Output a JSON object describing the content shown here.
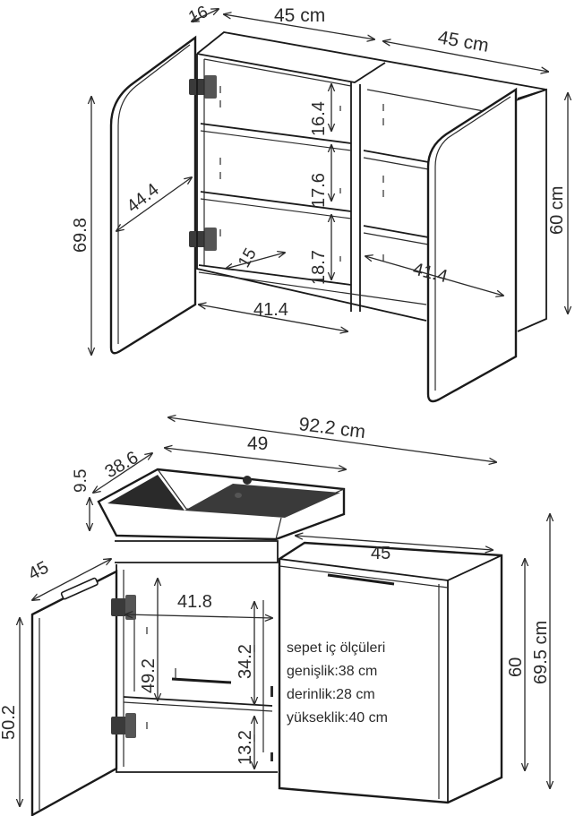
{
  "upper_cabinet": {
    "dim_depth": "16",
    "dim_width_left": "45 cm",
    "dim_width_right": "45 cm",
    "dim_height_right": "60 cm",
    "dim_door_height": "69.8",
    "dim_door_diag": "44.4",
    "dim_shelf_1": "16.4",
    "dim_shelf_2": "17.6",
    "dim_shelf_3": "18.7",
    "dim_inner_depth": "15",
    "dim_inner_width_left": "41.4",
    "dim_inner_width_right": "41.4"
  },
  "lower_cabinet": {
    "dim_total_width": "92.2 cm",
    "dim_sink_depth": "38.6",
    "dim_sink_width": "49",
    "dim_sink_height": "9.5",
    "dim_door_depth": "45",
    "dim_right_width": "45",
    "dim_inner_width": "41.8",
    "dim_inner_height": "49.2",
    "dim_inner_mid": "34.2",
    "dim_inner_low": "13.2",
    "dim_door_height": "50.2",
    "dim_right_height": "60",
    "dim_total_height": "69.5 cm"
  },
  "basket_note": {
    "title": "sepet iç ölçüleri",
    "width": "genişlik:38 cm",
    "depth": "derinlik:28 cm",
    "height": "yükseklik:40 cm"
  }
}
